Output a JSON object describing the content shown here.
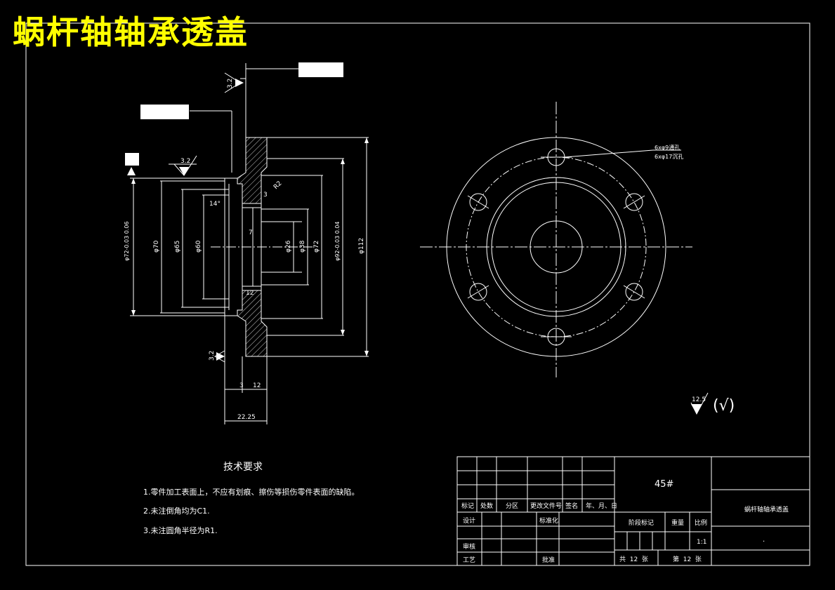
{
  "overlay_title": "蜗杆轴轴承透盖",
  "section_view": {
    "roughness_top": "3.2",
    "roughness_left": "3.2",
    "roughness_bottom": "3.2",
    "radius_label": "R2",
    "angle_label": "14°",
    "dims_vertical": [
      "φ72-0.03 0.06",
      "φ70",
      "φ65",
      "φ60",
      "φ26",
      "φ38",
      "φ72",
      "φ92-0.03 0.04",
      "φ112"
    ],
    "dims_small": [
      "3",
      "7",
      "12"
    ],
    "dims_bottom": [
      "3",
      "12",
      "22.25"
    ]
  },
  "front_view": {
    "hole_note_1": "6xφ9通孔",
    "hole_note_2": "6xφ17沉孔"
  },
  "surface_note": {
    "value": "12.5",
    "paren": "(√)"
  },
  "tech_requirements": {
    "heading": "技术要求",
    "items": [
      "1.零件加工表面上，不应有划痕、擦伤等损伤零件表面的缺陷。",
      "2.未注倒角均为C1.",
      "3.未注圆角半径为R1."
    ]
  },
  "title_block": {
    "material": "45#",
    "part_name": "蜗杆轴轴承透盖",
    "headers_row": [
      "标记",
      "处数",
      "分区",
      "更改文件号",
      "签名",
      "年、月、日"
    ],
    "design": "设计",
    "standardize": "标准化",
    "review": "审核",
    "process": "工艺",
    "approve": "批准",
    "stage_mark": "阶段标记",
    "weight": "重量",
    "scale": "比例",
    "scale_value": "1:1",
    "sheets_total": "共  12  张",
    "sheet_no": "第  12  张",
    "dot": "."
  }
}
